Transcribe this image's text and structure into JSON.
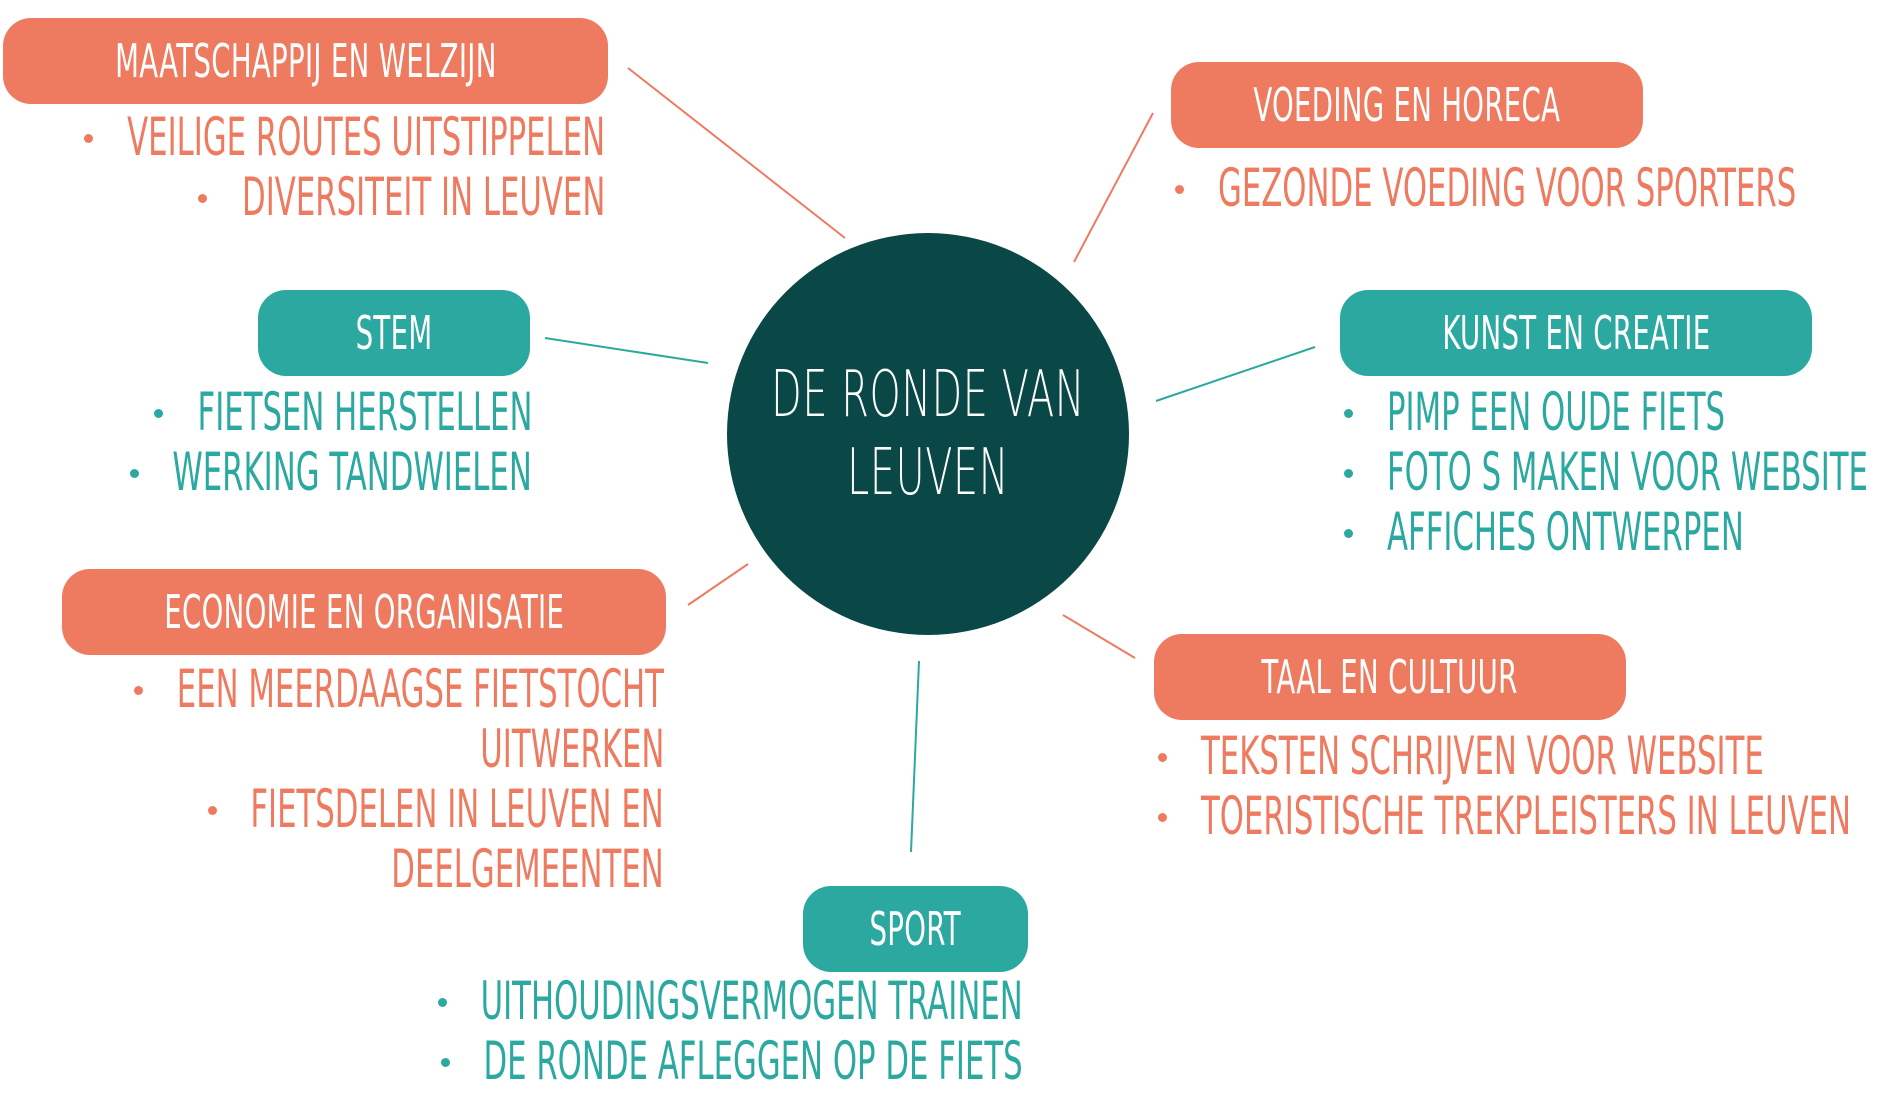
{
  "center": {
    "line1": "DE RONDE VAN",
    "line2": "LEUVEN"
  },
  "colors": {
    "salmon": "#ee7a5f",
    "teal": "#2ba9a0",
    "center": "#0a4847"
  },
  "topics": {
    "maatschappij": {
      "title": "MAATSCHAPPIJ EN WELZIJN",
      "items": [
        "VEILIGE ROUTES UITSTIPPELEN",
        "DIVERSITEIT IN LEUVEN"
      ]
    },
    "stem": {
      "title": "STEM",
      "items": [
        "FIETSEN HERSTELLEN",
        "WERKING TANDWIELEN"
      ]
    },
    "economie": {
      "title": "ECONOMIE EN ORGANISATIE",
      "items": [
        "EEN MEERDAAGSE FIETSTOCHT",
        "UITWERKEN",
        "FIETSDELEN IN LEUVEN EN",
        "DEELGEMEENTEN"
      ]
    },
    "sport": {
      "title": "SPORT",
      "items": [
        "UITHOUDINGSVERMOGEN TRAINEN",
        "DE RONDE AFLEGGEN OP DE FIETS"
      ]
    },
    "voeding": {
      "title": "VOEDING EN HORECA",
      "items": [
        "GEZONDE VOEDING VOOR SPORTERS"
      ]
    },
    "kunst": {
      "title": "KUNST EN CREATIE",
      "items": [
        "PIMP EEN OUDE FIETS",
        "FOTO S MAKEN VOOR WEBSITE",
        "AFFICHES ONTWERPEN"
      ]
    },
    "taal": {
      "title": "TAAL EN CULTUUR",
      "items": [
        "TEKSTEN SCHRIJVEN VOOR WEBSITE",
        "TOERISTISCHE TREKPLEISTERS IN LEUVEN"
      ]
    }
  }
}
